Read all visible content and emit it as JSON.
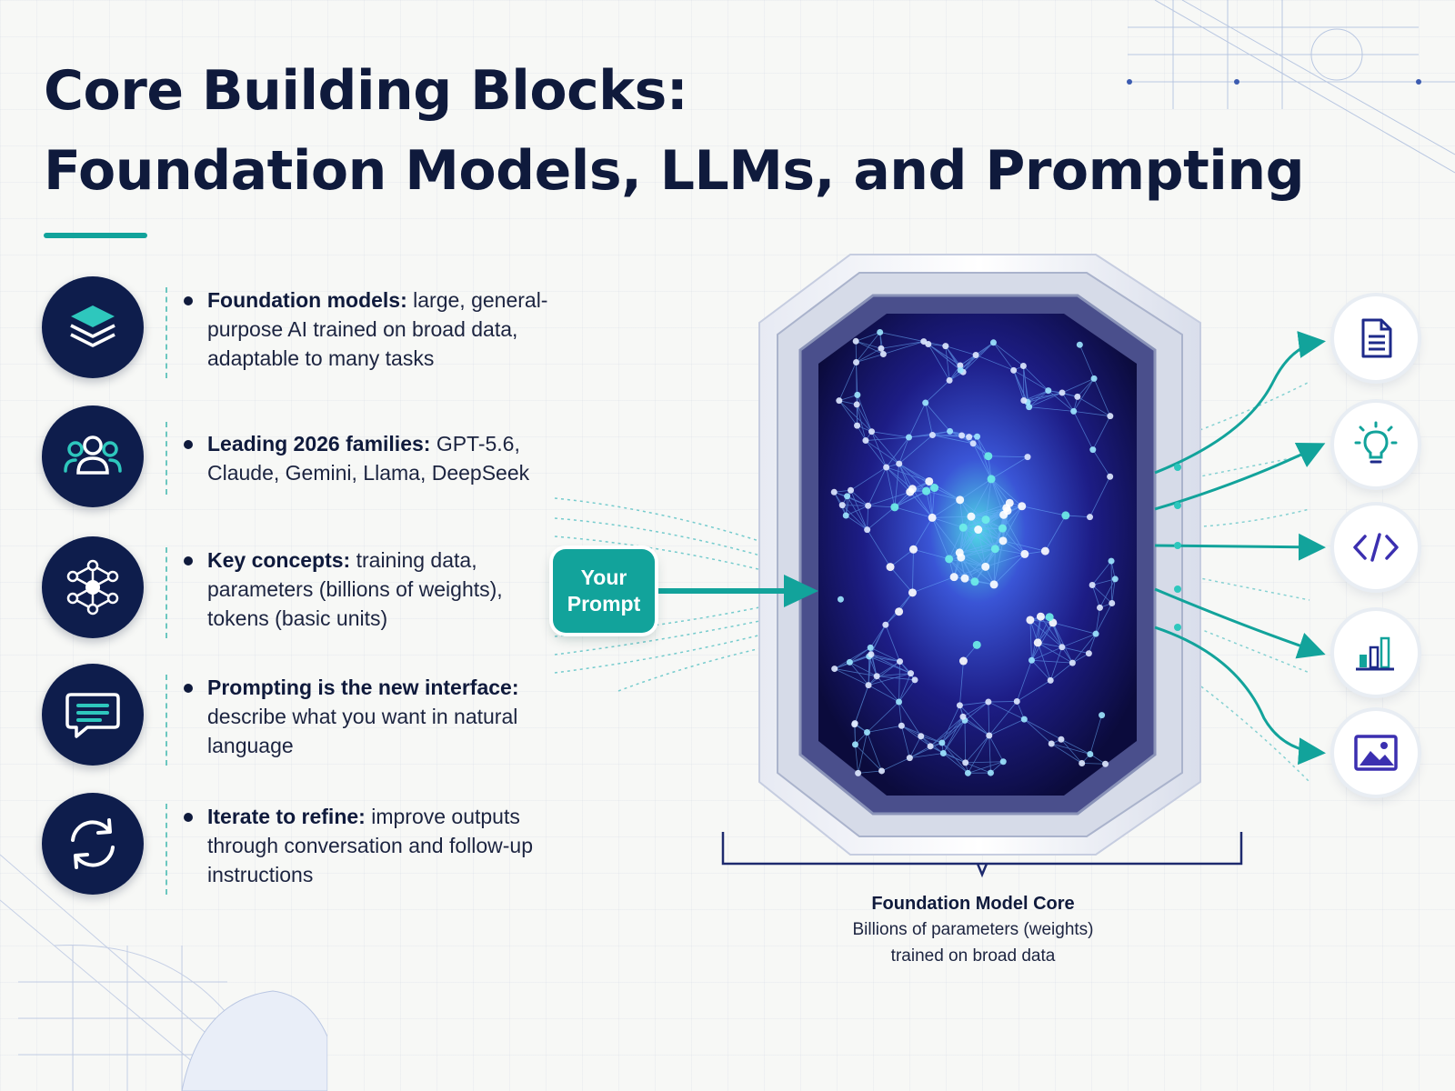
{
  "title": {
    "line1": "Core Building Blocks:",
    "line2": "Foundation Models, LLMs, and Prompting"
  },
  "bullets": [
    {
      "icon": "layers-icon",
      "bold": "Foundation models:",
      "text": " large, general-purpose AI trained on broad data, adaptable to many tasks"
    },
    {
      "icon": "people-icon",
      "bold": "Leading 2026 families:",
      "text": " GPT-5.6, Claude, Gemini, Llama, DeepSeek"
    },
    {
      "icon": "network-icon",
      "bold": "Key concepts:",
      "text": " training data, parameters (billions of weights), tokens (basic units)"
    },
    {
      "icon": "chat-icon",
      "bold": "Prompting is the new interface:",
      "text": " describe what you want in natural language"
    },
    {
      "icon": "refresh-icon",
      "bold": "Iterate to refine:",
      "text": " improve outputs through conversation and follow-up instructions"
    }
  ],
  "diagram": {
    "prompt_line1": "Your",
    "prompt_line2": "Prompt",
    "core_title": "Foundation Model Core",
    "core_sub1": "Billions of parameters (weights)",
    "core_sub2": "trained on broad data",
    "outputs": [
      "document-icon",
      "lightbulb-icon",
      "code-icon",
      "bar-chart-icon",
      "image-icon"
    ]
  },
  "colors": {
    "navy": "#0e1d4c",
    "teal": "#12a39b",
    "accent_purple": "#3b2fb0"
  }
}
